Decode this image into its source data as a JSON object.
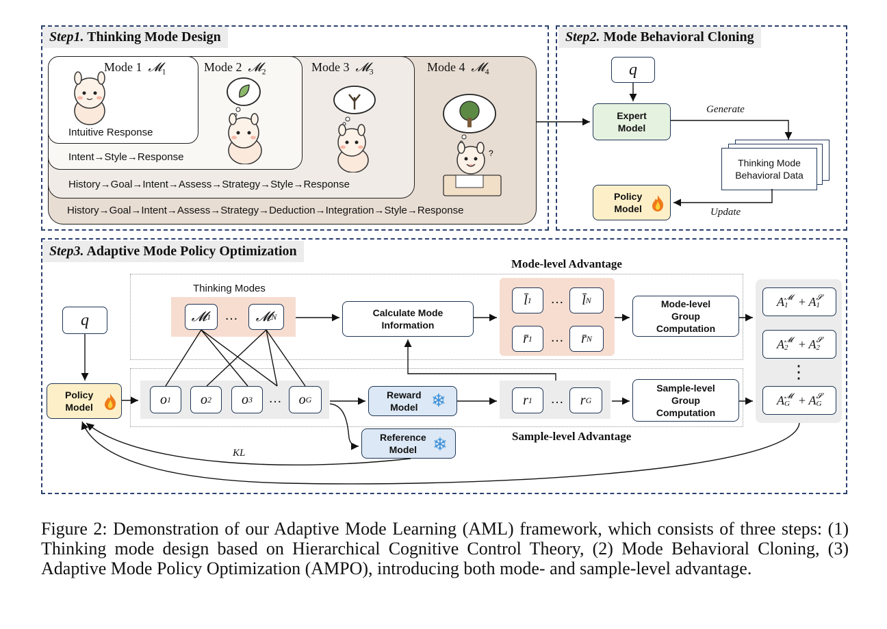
{
  "step1": {
    "title_italic": "Step1.",
    "title_rest": " Thinking Mode Design",
    "modes": [
      {
        "label": "Mode 1",
        "symbol": "𝓜",
        "sub": "1"
      },
      {
        "label": "Mode 2",
        "symbol": "𝓜",
        "sub": "2"
      },
      {
        "label": "Mode 3",
        "symbol": "𝓜",
        "sub": "3"
      },
      {
        "label": "Mode 4",
        "symbol": "𝓜",
        "sub": "4"
      }
    ],
    "mode1_text": "Intuitive Response",
    "chain2": "Intent→Style→Response",
    "chain3": "History→Goal→Intent→Assess→Strategy→Style→Response",
    "chain4": "History→Goal→Intent→Assess→Strategy→Deduction→Integration→Style→Response"
  },
  "step2": {
    "title_italic": "Step2.",
    "title_rest": " Mode Behavioral Cloning",
    "q": "q",
    "expert_model": "Expert\nModel",
    "generate": "Generate",
    "data_box": "Thinking Mode\nBehavioral Data",
    "policy_model": "Policy\nModel",
    "update": "Update"
  },
  "step3": {
    "title_italic": "Step3.",
    "title_rest": " Adaptive Mode Policy Optimization",
    "q": "q",
    "policy_model": "Policy\nModel",
    "thinking_modes": "Thinking Modes",
    "modes_first": "𝓜",
    "modes_first_sub": "1",
    "modes_last": "𝓜",
    "modes_last_sub": "N",
    "ellipsis": "…",
    "outputs": [
      {
        "sym": "o",
        "sub": "1"
      },
      {
        "sym": "o",
        "sub": "2"
      },
      {
        "sym": "o",
        "sub": "3"
      },
      {
        "sym": "o",
        "sub": "G"
      }
    ],
    "calc_mode_info": "Calculate Mode\nInformation",
    "mode_level_adv": "Mode-level Advantage",
    "l_first": "l̄",
    "l_first_sub": "1",
    "l_last": "l̄",
    "l_last_sub": "N",
    "r_first": "r̄",
    "r_first_sub": "1",
    "r_last": "r̄",
    "r_last_sub": "N",
    "mode_group": "Mode-level\nGroup\nComputation",
    "reward_model": "Reward\nModel",
    "reward_first": "r",
    "reward_first_sub": "1",
    "reward_last": "r",
    "reward_last_sub": "G",
    "sample_group": "Sample-level\nGroup\nComputation",
    "sample_level_adv": "Sample-level Advantage",
    "reference_model": "Reference\nModel",
    "kl": "KL",
    "adv_terms": [
      {
        "a": "A",
        "sup1": "𝓜",
        "sub1": "1",
        "sup2": "𝓢",
        "sub2": "1"
      },
      {
        "a": "A",
        "sup1": "𝓜",
        "sub1": "2",
        "sup2": "𝓢",
        "sub2": "2"
      },
      {
        "a": "A",
        "sup1": "𝓜",
        "sub1": "G",
        "sup2": "𝓢",
        "sub2": "G"
      }
    ],
    "vdots": "⋮"
  },
  "caption": "Figure 2: Demonstration of our Adaptive Mode Learning (AML) framework, which consists of three steps: (1) Thinking mode design based on Hierarchical Cognitive Control Theory, (2) Mode Behavioral Cloning, (3) Adaptive Mode Policy Optimization (AMPO), introducing both mode- and sample-level advantage.",
  "colors": {
    "panel_border": "#2a3f6f",
    "mode4_bg": "#e8ddd3",
    "mode3_bg": "#f0ebe6",
    "mode2_bg": "#faf8f4",
    "expert_bg": "#e6f2e0",
    "policy_bg": "#fdf0c8",
    "reward_bg": "#dce8f5",
    "modes_highlight": "#f6ddd0",
    "gray_region": "#ececec"
  }
}
